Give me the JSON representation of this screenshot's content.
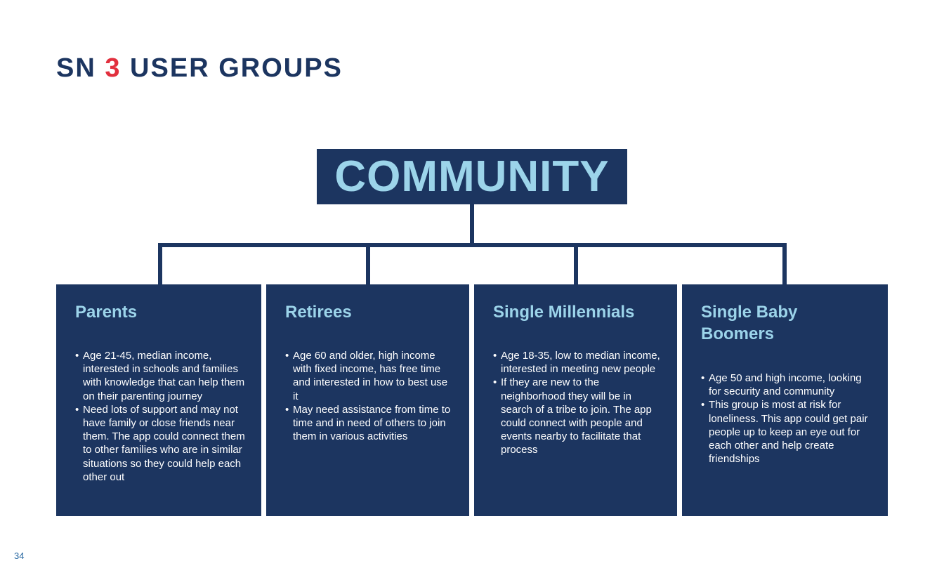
{
  "header": {
    "title_prefix": "SN ",
    "title_number": "3",
    "title_suffix": " USER GROUPS"
  },
  "diagram": {
    "root_label": "COMMUNITY",
    "groups": [
      {
        "title": "Parents",
        "bullets": [
          "Age 21-45, median income, interested in schools and families with knowledge that can help them on their parenting journey",
          "Need lots of support and may not have family or close friends near them. The app could connect them to other families who are in similar situations so they could help each other out"
        ]
      },
      {
        "title": "Retirees",
        "bullets": [
          "Age 60 and older, high income with fixed income, has free time and interested in how to best use it",
          "May need assistance from time to time and in need of others to join them in various activities"
        ]
      },
      {
        "title": "Single Millennials",
        "bullets": [
          "Age 18-35, low to median income, interested in meeting new people",
          "If they are new to the neighborhood they will be in search of a tribe to join. The app could connect with people and events nearby to facilitate that process"
        ]
      },
      {
        "title": "Single Baby Boomers",
        "bullets": [
          "Age 50 and high income, looking for security and community",
          "This group is most at risk for loneliness. This app could get pair people up to keep an eye out for each other and help create friendships"
        ]
      }
    ]
  },
  "footer": {
    "page_number": "34"
  },
  "colors": {
    "navy": "#1c3560",
    "light_blue": "#9cd4ea",
    "accent_red": "#e2303e",
    "page_number_blue": "#2b6aa3"
  },
  "icons": {
    "bullet": "•"
  }
}
